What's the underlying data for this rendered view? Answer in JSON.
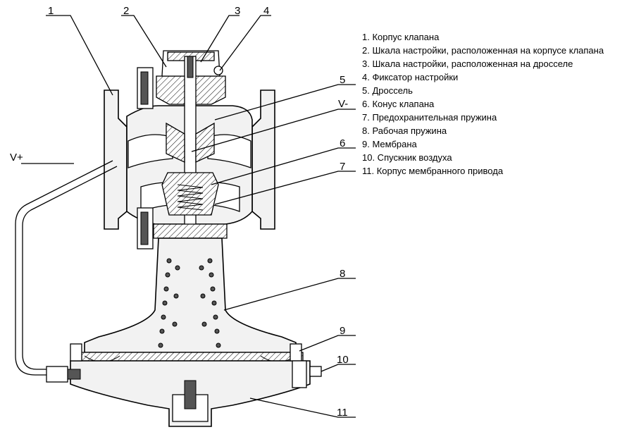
{
  "callouts": {
    "c1": "1",
    "c2": "2",
    "c3": "3",
    "c4": "4",
    "c5": "5",
    "vminus": "V-",
    "c6": "6",
    "c7": "7",
    "vplus": "V+",
    "c8": "8",
    "c9": "9",
    "c10": "10",
    "c11": "11"
  },
  "legend": [
    "1.  Корпус клапана",
    "2.  Шкала настройки, расположенная на корпусе клапана",
    "3.  Шкала настройки, расположенная на дросселе",
    "4.  Фиксатор настройки",
    "5.  Дроссель",
    "6.  Конус клапана",
    "7.  Предохранительная пружина",
    "8.  Рабочая пружина",
    "9.  Мембрана",
    "10. Спускник воздуха",
    "11. Корпус мембранного привода"
  ]
}
